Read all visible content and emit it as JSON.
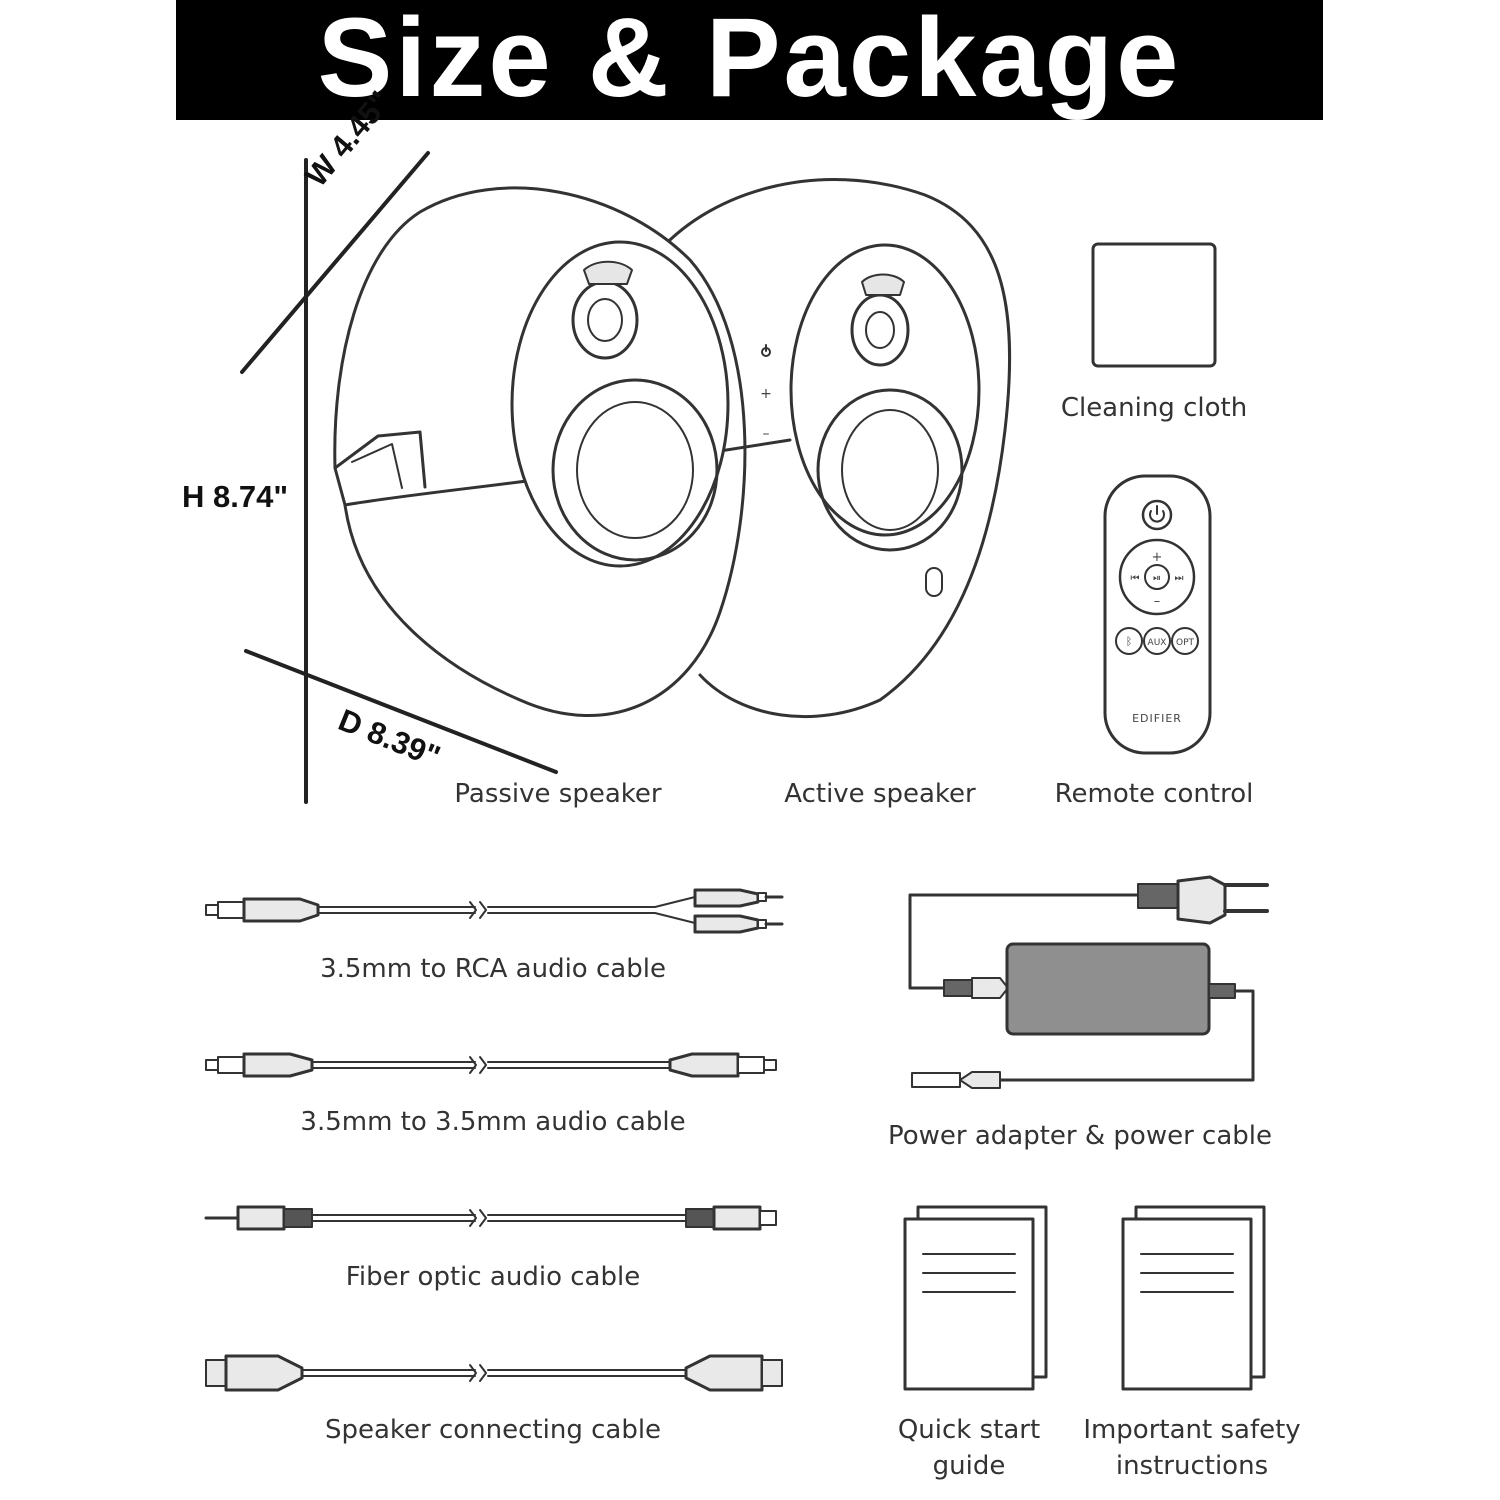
{
  "title": "Size & Package",
  "dimensions": {
    "width": "W 4.45\"",
    "height": "H 8.74\"",
    "depth": "D 8.39\""
  },
  "items": {
    "passive_speaker": "Passive speaker",
    "active_speaker": "Active speaker",
    "cleaning_cloth": "Cleaning cloth",
    "remote_control": "Remote control",
    "rca_cable": "3.5mm to RCA audio cable",
    "aux_cable": "3.5mm to 3.5mm audio cable",
    "optical_cable": "Fiber optic audio cable",
    "speaker_cable": "Speaker connecting cable",
    "power_adapter": "Power adapter & power cable",
    "quick_start_line1": "Quick start",
    "quick_start_line2": "guide",
    "safety_line1": "Important safety",
    "safety_line2": "instructions"
  },
  "remote": {
    "brand": "EDIFIER",
    "aux_label": "AUX",
    "opt_label": "OPT",
    "plus": "+",
    "minus": "–"
  },
  "speaker_buttons": {
    "plus": "+",
    "minus": "–"
  },
  "colors": {
    "title_bg": "#000000",
    "title_text": "#ffffff",
    "line": "#333333",
    "fill": "#e9e9e9",
    "adapter_fill": "#8f8f8f"
  }
}
